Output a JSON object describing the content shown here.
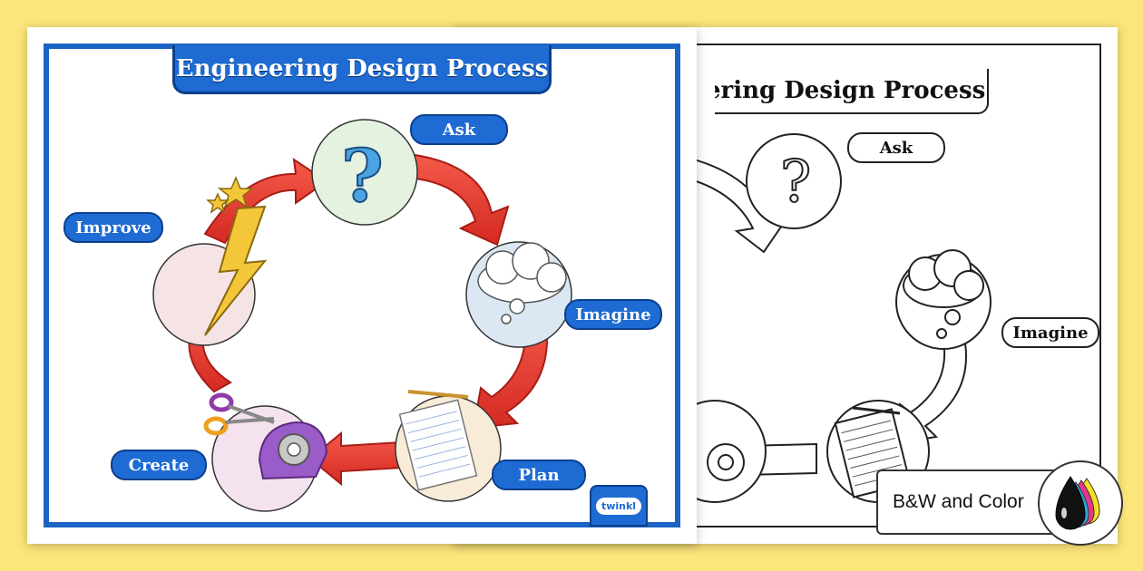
{
  "worksheet": {
    "title": "Engineering Design Process",
    "steps": [
      "Ask",
      "Imagine",
      "Plan",
      "Create",
      "Improve"
    ],
    "logo_text": "twinkl",
    "colors": {
      "background": "#fce57a",
      "frame_blue": "#1c64c4",
      "arrow_red": "#e8362e",
      "label_blue": "#1d6bd3"
    }
  },
  "badge": {
    "label": "B&W and Color",
    "icon": "ink-drops-icon"
  }
}
